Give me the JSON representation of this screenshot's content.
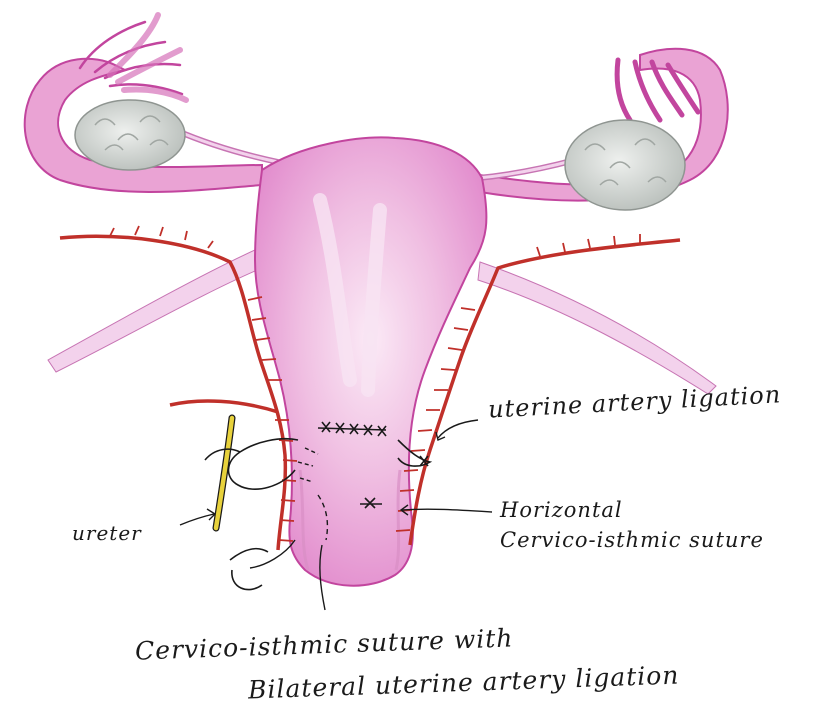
{
  "labels": {
    "uterine_artery_ligation": "uterine artery ligation",
    "horizontal_line1": "Horizontal",
    "horizontal_line2": "Cervico-isthmic suture",
    "ureter": "ureter"
  },
  "caption": {
    "line1": "Cervico-isthmic suture with",
    "line2": "Bilateral uterine artery ligation"
  },
  "colors": {
    "uterus_pink": "#e9a6d6",
    "uterus_light": "#f6d6ee",
    "outline_magenta": "#c2459e",
    "artery_red": "#c0302a",
    "ovary_grey": "#cfd3d0",
    "ureter_yellow": "#e8d23c",
    "ink": "#1a1a1a"
  }
}
